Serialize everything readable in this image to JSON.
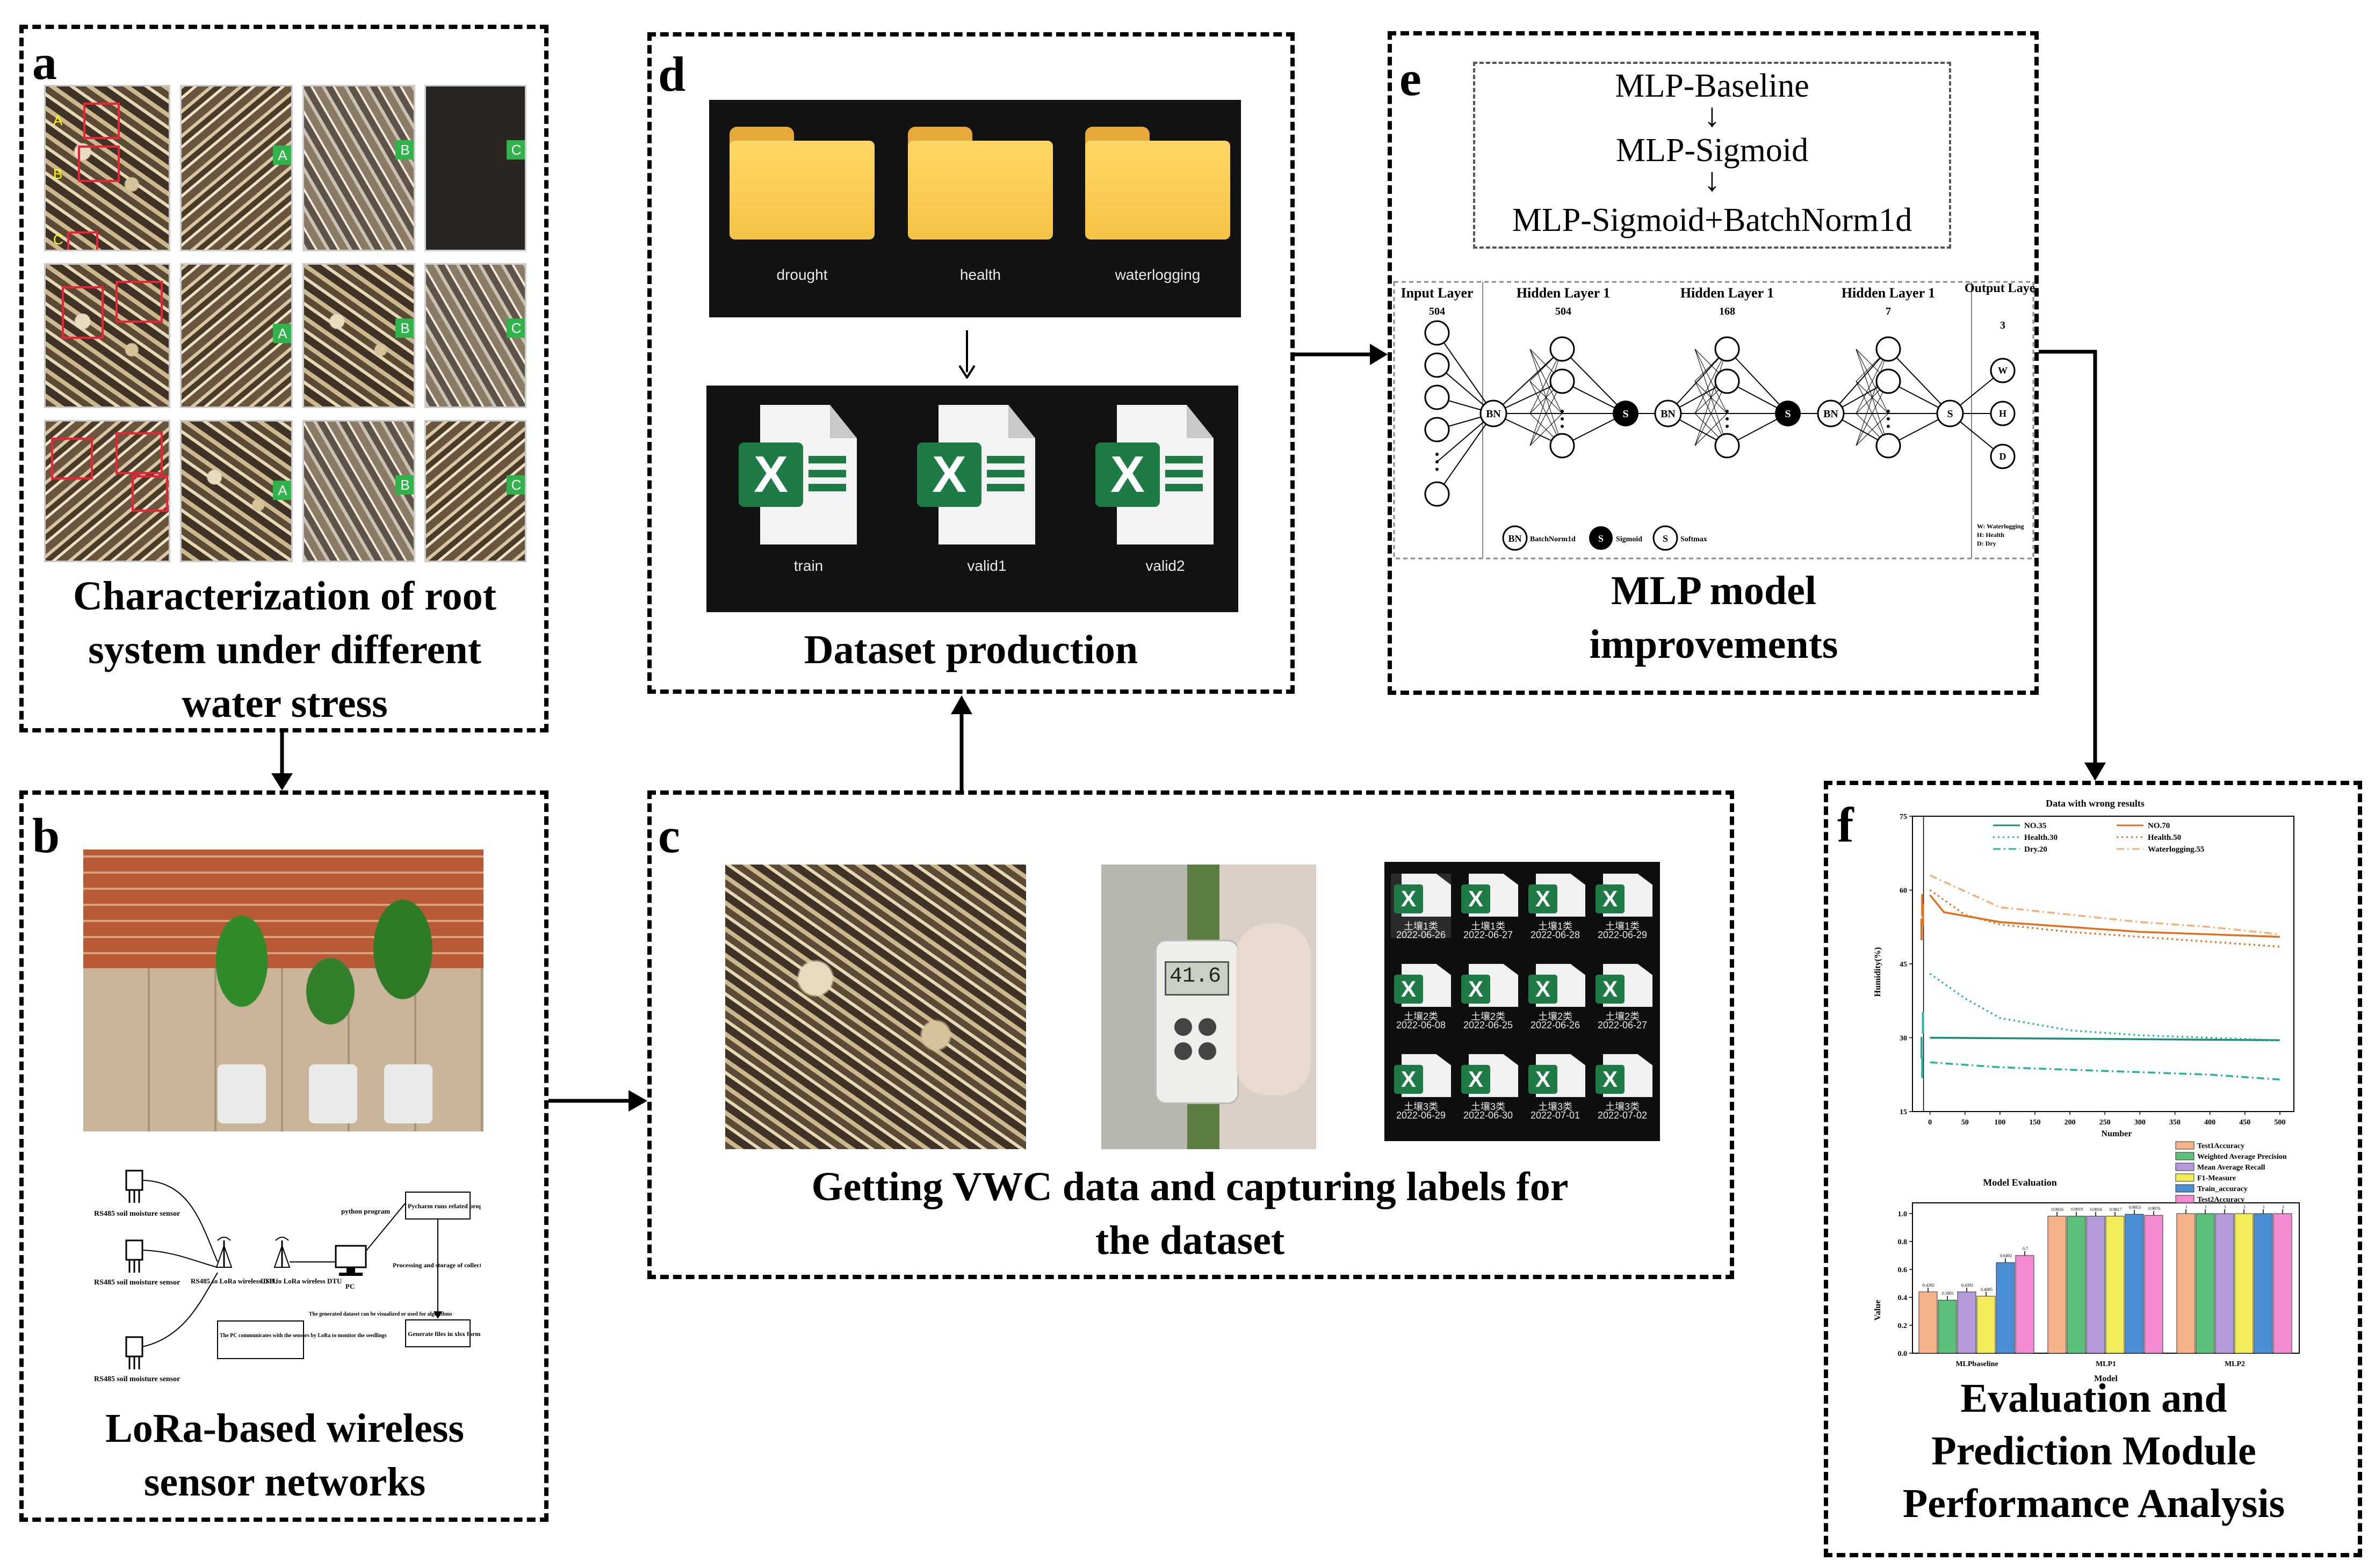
{
  "panels": {
    "a": {
      "label": "a",
      "caption": [
        "Characterization of root",
        "system under different",
        "water stress"
      ],
      "tags": [
        "A",
        "B",
        "C"
      ],
      "first_photo_tags": [
        "A",
        "B",
        "C"
      ]
    },
    "b": {
      "label": "b",
      "caption": [
        "LoRa-based wireless",
        "sensor networks"
      ],
      "sensor_label": "RS485 soil moisture sensor",
      "dtu_label": "RS485 to LoRa wireless DTU",
      "usb_label": "USB to LoRa wireless DTU",
      "python_label": "python program",
      "pc_label": "PC",
      "pycharm_label": "Pycharm runs related programs",
      "process_label": "Processing and storage of collected data",
      "generate_label": "Generate files in xlsx format",
      "pc_note": "The PC communicates with the sensors by LoRa to monitor the seedlings",
      "visual_note": "The generated dataset can be visualized or used for algorithms"
    },
    "c": {
      "label": "c",
      "caption": [
        "Getting VWC data and capturing labels for",
        "the dataset"
      ],
      "meter_reading": "41.6",
      "files": [
        {
          "name": "土壤1类",
          "date": "2022-06-26"
        },
        {
          "name": "土壤1类",
          "date": "2022-06-27"
        },
        {
          "name": "土壤1类",
          "date": "2022-06-28"
        },
        {
          "name": "土壤1类",
          "date": "2022-06-29"
        },
        {
          "name": "土壤2类",
          "date": "2022-06-08"
        },
        {
          "name": "土壤2类",
          "date": "2022-06-25"
        },
        {
          "name": "土壤2类",
          "date": "2022-06-26"
        },
        {
          "name": "土壤2类",
          "date": "2022-06-27"
        },
        {
          "name": "土壤3类",
          "date": "2022-06-29"
        },
        {
          "name": "土壤3类",
          "date": "2022-06-30"
        },
        {
          "name": "土壤3类",
          "date": "2022-07-01"
        },
        {
          "name": "土壤3类",
          "date": "2022-07-02"
        }
      ]
    },
    "d": {
      "label": "d",
      "caption": "Dataset production",
      "folders": [
        "drought",
        "health",
        "waterlogging"
      ],
      "files": [
        "train",
        "valid1",
        "valid2"
      ]
    },
    "e": {
      "label": "e",
      "caption": [
        "MLP model",
        "improvements"
      ],
      "chain": [
        "MLP-Baseline",
        "MLP-Sigmoid",
        "MLP-Sigmoid+BatchNorm1d"
      ],
      "arrow_glyph": "↓",
      "layers": [
        {
          "title": "Input Layer",
          "size": "504"
        },
        {
          "title": "Hidden Layer 1",
          "size": "504"
        },
        {
          "title": "Hidden Layer 1",
          "size": "168"
        },
        {
          "title": "Hidden Layer 1",
          "size": "7"
        },
        {
          "title": "Output Layer",
          "size": "3"
        }
      ],
      "bn": "BN",
      "s": "S",
      "outputs": [
        "W",
        "H",
        "D"
      ],
      "legend": {
        "bn": "BatchNorm1d",
        "sig": "Sigmoid",
        "soft": "Softmax"
      },
      "out_legend": [
        "W: Waterlogging",
        "H: Health",
        "D: Dry"
      ]
    },
    "f": {
      "label": "f",
      "caption": [
        "Evaluation and",
        "Prediction Module",
        "Performance Analysis"
      ]
    }
  },
  "chart_data": [
    {
      "type": "line",
      "title": "Data with wrong results",
      "xlabel": "Number",
      "ylabel": "Humidity(%)",
      "xlim": [
        -25,
        520
      ],
      "ylim": [
        15,
        75
      ],
      "xticks": [
        0,
        50,
        100,
        150,
        200,
        250,
        300,
        350,
        400,
        450,
        500
      ],
      "yticks": [
        15,
        30,
        45,
        60,
        75
      ],
      "series": [
        {
          "name": "NO.35",
          "color": "#1a8a7a",
          "style": "solid",
          "x": [
            0,
            500
          ],
          "y": [
            30,
            29.5
          ]
        },
        {
          "name": "NO.70",
          "color": "#e07020",
          "style": "solid",
          "x": [
            0,
            20,
            100,
            200,
            300,
            400,
            500
          ],
          "y": [
            59,
            55.5,
            53.5,
            52.5,
            51.5,
            51,
            50.5
          ]
        },
        {
          "name": "Health.30",
          "color": "#2ab0a0",
          "style": "dotted",
          "x": [
            0,
            50,
            100,
            200,
            300,
            400,
            500
          ],
          "y": [
            43,
            38,
            34,
            31.5,
            30.5,
            30,
            29.5
          ]
        },
        {
          "name": "Health.50",
          "color": "#e07020",
          "style": "dotted",
          "x": [
            0,
            50,
            100,
            200,
            300,
            400,
            500
          ],
          "y": [
            60,
            55,
            53,
            51.5,
            50.5,
            49.5,
            48.5
          ]
        },
        {
          "name": "Dry.20",
          "color": "#2ab0a0",
          "style": "dashdot",
          "x": [
            0,
            100,
            200,
            300,
            400,
            500
          ],
          "y": [
            25,
            24,
            23.5,
            23,
            22.5,
            21.5
          ]
        },
        {
          "name": "Waterlogging.55",
          "color": "#f2b07a",
          "style": "dashdot",
          "x": [
            0,
            100,
            200,
            300,
            400,
            500
          ],
          "y": [
            63,
            56.5,
            55,
            53.5,
            52.5,
            51
          ]
        }
      ]
    },
    {
      "type": "bar",
      "title": "Model Evaluation",
      "xlabel": "Model",
      "ylabel": "Value",
      "ylim": [
        0,
        1.0
      ],
      "yticks": [
        0.0,
        0.2,
        0.4,
        0.6,
        0.8,
        1.0
      ],
      "categories": [
        "MLPbaseline",
        "MLP1",
        "MLP2"
      ],
      "series": [
        {
          "name": "Test1Accuracy",
          "color": "#f6b38a",
          "values": [
            0.4392,
            0.9816,
            1.0
          ]
        },
        {
          "name": "Weighted Average Precision",
          "color": "#5cbf7a",
          "values": [
            0.3801,
            0.9819,
            1.0
          ]
        },
        {
          "name": "Mean Average Recall",
          "color": "#b49ad9",
          "values": [
            0.4392,
            0.9816,
            1.0
          ]
        },
        {
          "name": "F1-Measure",
          "color": "#f3ec5a",
          "values": [
            0.4085,
            0.9817,
            1.0
          ]
        },
        {
          "name": "Train_accuracy",
          "color": "#4a8fd6",
          "values": [
            0.6492,
            0.9953,
            1.0
          ]
        },
        {
          "name": "Test2Accuracy",
          "color": "#f18ad1",
          "values": [
            0.7,
            0.9876,
            1.0
          ]
        }
      ]
    }
  ]
}
